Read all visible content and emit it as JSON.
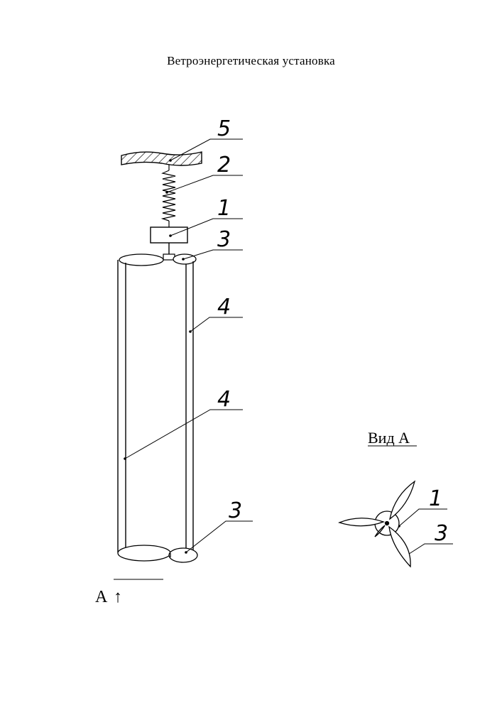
{
  "title": "Ветроэнергетическая установка",
  "callouts": {
    "c5": "5",
    "c2": "2",
    "c1_top": "1",
    "c3_top": "3",
    "c4_upper": "4",
    "c4_lower": "4",
    "c3_bottom": "3",
    "c1_view": "1",
    "c3_view": "3"
  },
  "view_label": "Вид А",
  "section_marker": "А",
  "section_arrow": "↑"
}
